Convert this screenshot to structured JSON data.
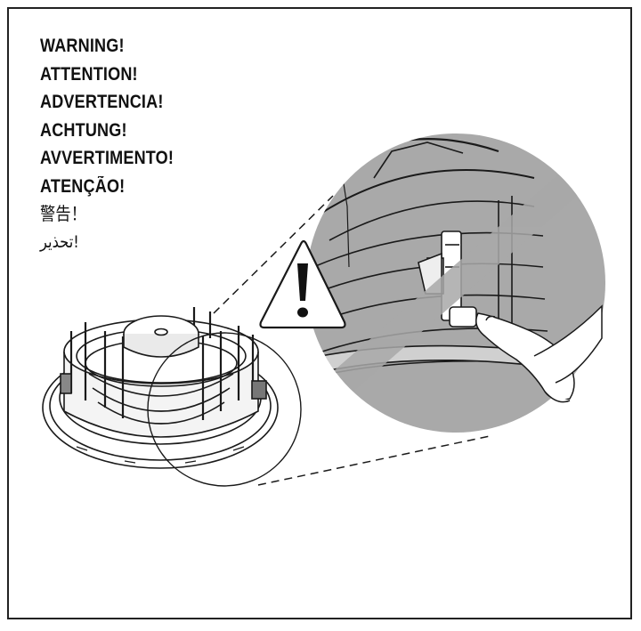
{
  "warnings": [
    {
      "text": "WARNING!",
      "lang": "en"
    },
    {
      "text": "ATTENTION!",
      "lang": "fr"
    },
    {
      "text": "ADVERTENCIA!",
      "lang": "es"
    },
    {
      "text": "ACHTUNG!",
      "lang": "de"
    },
    {
      "text": "AVVERTIMENTO!",
      "lang": "it"
    },
    {
      "text": "ATENÇÃO!",
      "lang": "pt"
    },
    {
      "text": "警告！",
      "lang": "zh"
    },
    {
      "text": "تحذير!",
      "lang": "ar"
    }
  ],
  "icons": {
    "warning": "warning-triangle-icon",
    "prohibited": "prohibition-sign-icon"
  },
  "colors": {
    "line": "#1a1a1a",
    "prohibition": "#a9a9a9",
    "background": "#ffffff"
  }
}
